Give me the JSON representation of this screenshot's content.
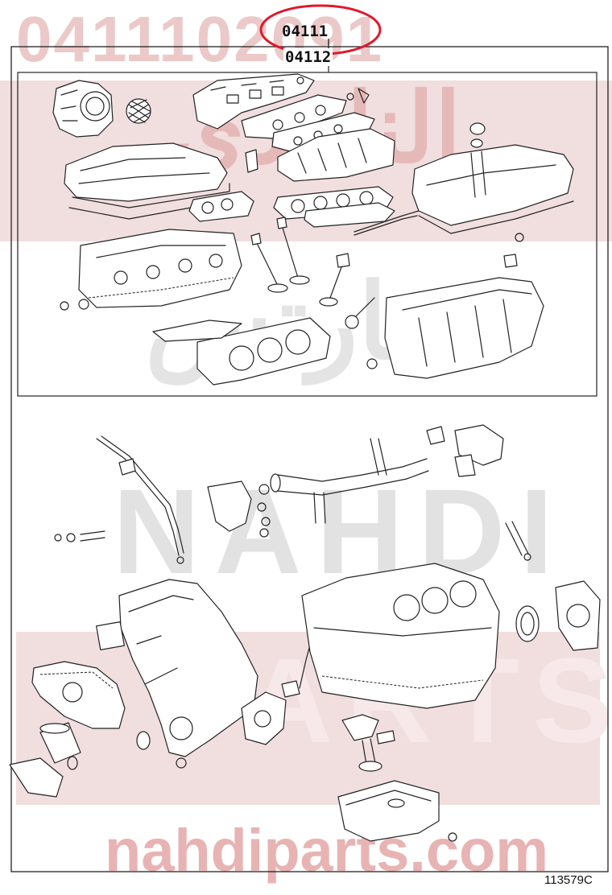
{
  "diagram": {
    "part_number_top": "04111",
    "part_number_sub": "04112",
    "figure_code": "113579C",
    "watermark": {
      "part_number_large": "0411102091",
      "brand_arabic_line1": "الناهدي",
      "brand_arabic_line2": "بارتس",
      "brand_latin_line1": "NAHDI",
      "brand_latin_line2": "PARTS",
      "website": "nahdiparts.com"
    },
    "colors": {
      "line": "#222222",
      "highlight_circle": "#e0192a",
      "watermark_text": "#e7c4c4",
      "watermark_band": "#f1dede"
    }
  }
}
